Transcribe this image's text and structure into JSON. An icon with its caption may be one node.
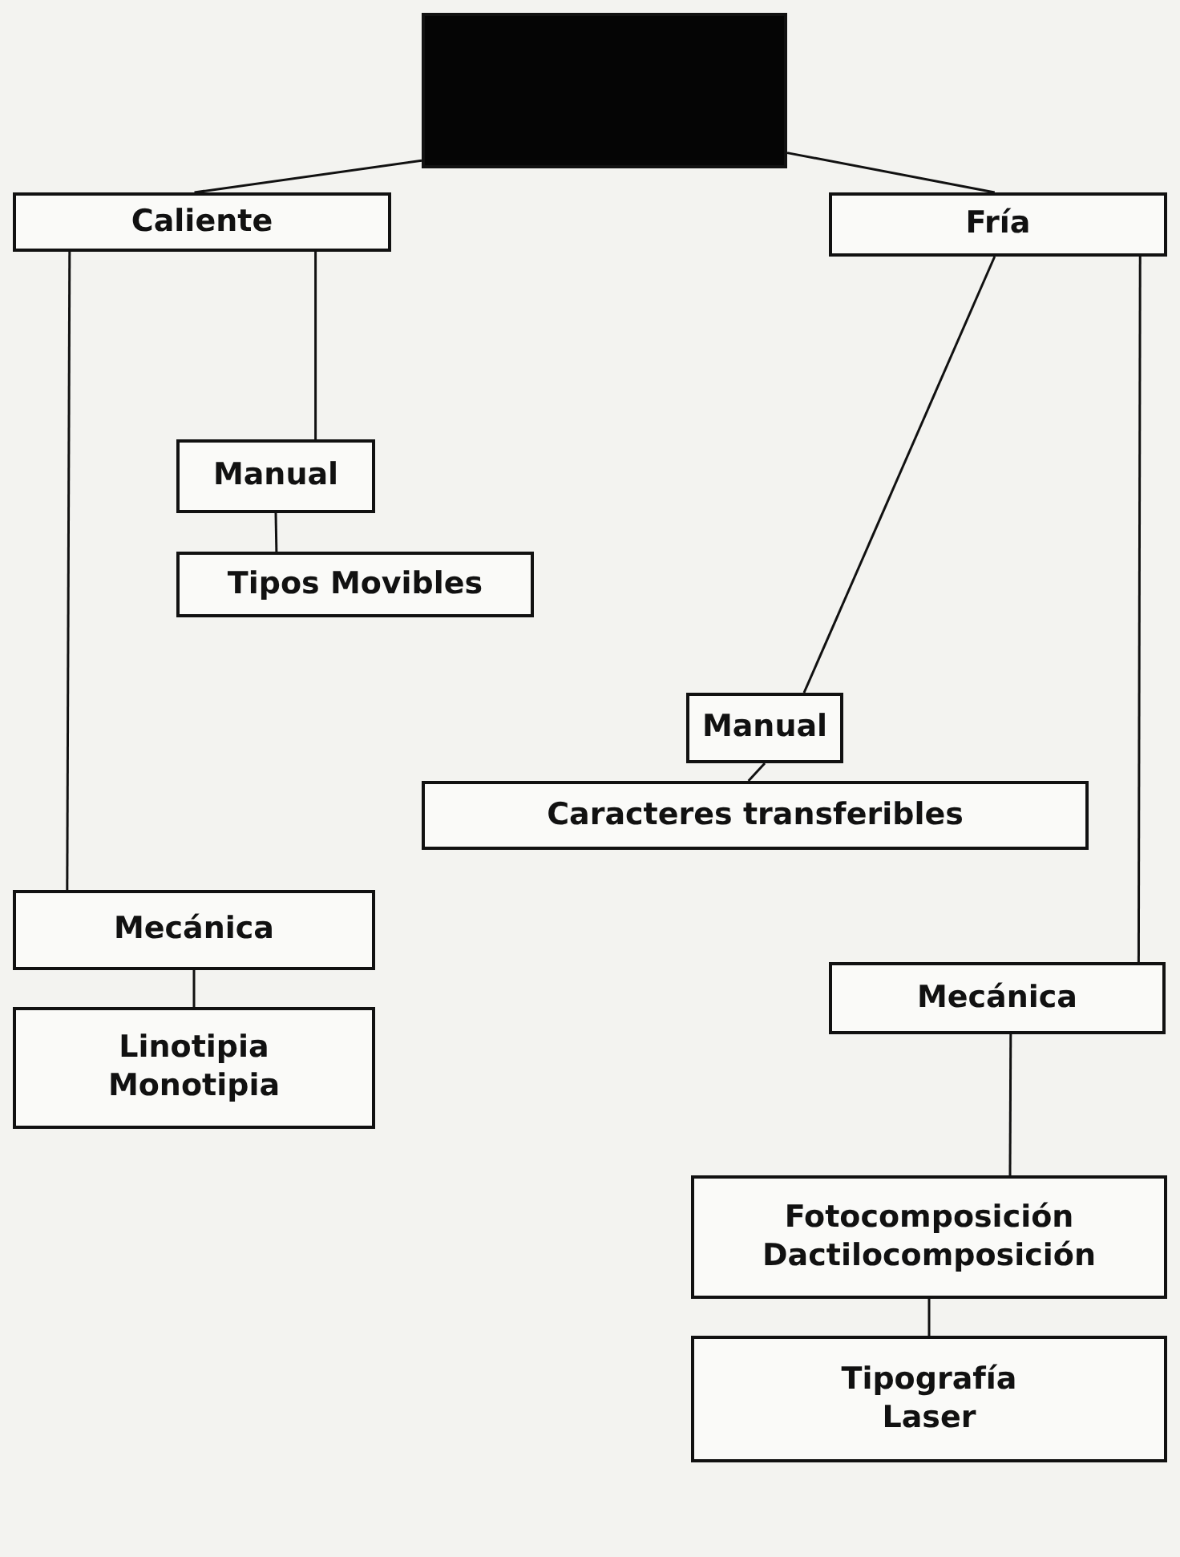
{
  "diagram": {
    "nodes": [
      {
        "text": [],
        "shape": "box"
      },
      {
        "text": [
          "Caliente"
        ]
      },
      {
        "text": [
          "Fría"
        ]
      },
      {
        "text": [
          "Manual"
        ]
      },
      {
        "text": [
          "Tipos Movibles"
        ]
      },
      {
        "text": [
          "Manual"
        ]
      },
      {
        "text": [
          "Caracteres transferibles"
        ]
      },
      {
        "text": [
          "Mecánica"
        ]
      },
      {
        "text": [
          "Linotipia Monotipia"
        ]
      },
      {
        "text": [
          "Mecánica"
        ]
      },
      {
        "text": [
          "Fotocomposición Dactilocomposición"
        ]
      },
      {
        "text": [
          "Tipografía Laser"
        ]
      }
    ],
    "edges": [
      {
        "from": 0,
        "to": 1,
        "arrow": "none"
      },
      {
        "from": 0,
        "to": 2,
        "arrow": "none"
      },
      {
        "from": 1,
        "to": 3,
        "arrow": "none"
      },
      {
        "from": 3,
        "to": 4,
        "arrow": "none"
      },
      {
        "from": 2,
        "to": 5,
        "arrow": "none"
      },
      {
        "from": 5,
        "to": 6,
        "arrow": "none"
      },
      {
        "from": 1,
        "to": 7,
        "arrow": "none"
      },
      {
        "from": 7,
        "to": 8,
        "arrow": "none"
      },
      {
        "from": 2,
        "to": 9,
        "arrow": "none"
      },
      {
        "from": 9,
        "to": 10,
        "arrow": "none"
      },
      {
        "from": 10,
        "to": 11,
        "arrow": "none"
      }
    ]
  }
}
